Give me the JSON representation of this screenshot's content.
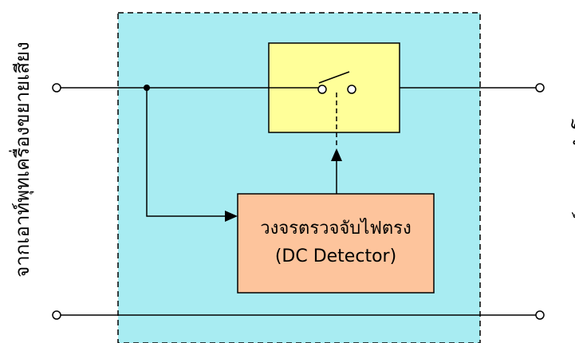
{
  "left_label": "จากเอาท์พุทเครื่องขยายเสียง",
  "right_label": "เอาท์พุทออกลำโพง",
  "detector": {
    "line1": "วงจรตรวจจับไฟตรง",
    "line2": "(DC Detector)"
  },
  "colors": {
    "protection_region": "#a8ecf2",
    "relay_box": "#ffff99",
    "detector_box": "#fdc49c",
    "line": "#000000"
  }
}
